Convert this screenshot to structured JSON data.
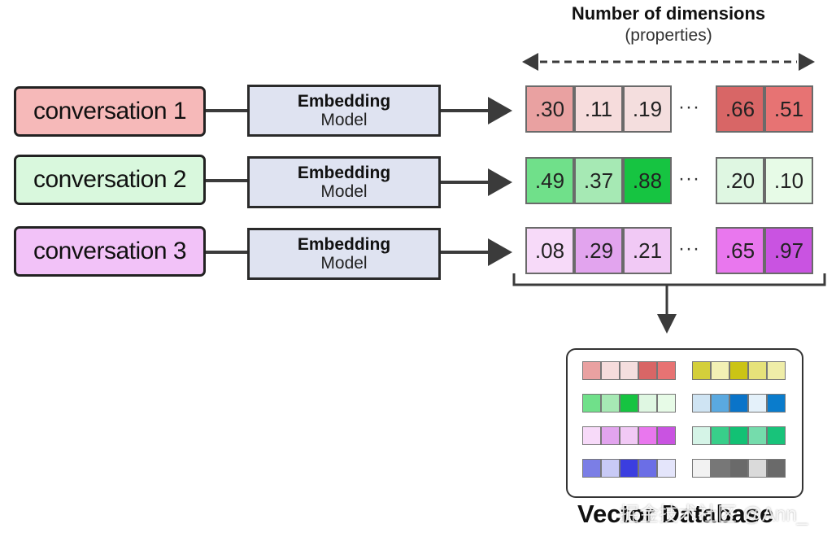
{
  "header": {
    "title": "Number of dimensions",
    "subtitle": "(properties)"
  },
  "model": {
    "line1": "Embedding",
    "line2": "Model"
  },
  "rows": [
    {
      "label": "conversation 1",
      "box_color": "#f6b9b9",
      "values": [
        ".30",
        ".11",
        ".19",
        ".66",
        ".51"
      ],
      "colors": [
        "#e9a1a1",
        "#f6dcdc",
        "#f4dede",
        "#d86666",
        "#e77373"
      ]
    },
    {
      "label": "conversation 2",
      "box_color": "#d9f8dd",
      "values": [
        ".49",
        ".37",
        ".88",
        ".20",
        ".10"
      ],
      "colors": [
        "#70e08a",
        "#a6e9b4",
        "#16c441",
        "#dff7e2",
        "#e7fbe7"
      ]
    },
    {
      "label": "conversation 3",
      "box_color": "#f2c2f8",
      "values": [
        ".08",
        ".29",
        ".21",
        ".65",
        ".97"
      ],
      "colors": [
        "#f7daf9",
        "#e2a4ee",
        "#f1c9f5",
        "#e977ee",
        "#c953e1"
      ]
    }
  ],
  "ellipsis": "···",
  "vector_db": {
    "title": "Vector Database",
    "left_rows": [
      [
        "#e9a1a1",
        "#f6dcdc",
        "#f4dede",
        "#d86666",
        "#e77373"
      ],
      [
        "#70e08a",
        "#a6e9b4",
        "#16c441",
        "#dff7e2",
        "#e7fbe7"
      ],
      [
        "#f7daf9",
        "#e2a4ee",
        "#f1c9f5",
        "#e977ee",
        "#c953e1"
      ],
      [
        "#7b7ee6",
        "#c8caf6",
        "#3b3ee0",
        "#6b6ee6",
        "#e4e5fb"
      ]
    ],
    "right_rows": [
      [
        "#d4cf3b",
        "#f2f0b4",
        "#cbc415",
        "#e6e27a",
        "#efeda8"
      ],
      [
        "#cfe4f3",
        "#5aa9e0",
        "#0a74c9",
        "#e4f1fa",
        "#0a7ccc"
      ],
      [
        "#d5f4e7",
        "#38cf8a",
        "#12c174",
        "#75dcac",
        "#18c37a"
      ],
      [
        "#f2f2f2",
        "#777777",
        "#6a6a6a",
        "#dadada",
        "#6a6a6a"
      ]
    ]
  },
  "watermark": "掘金技术社区 @Ann_"
}
